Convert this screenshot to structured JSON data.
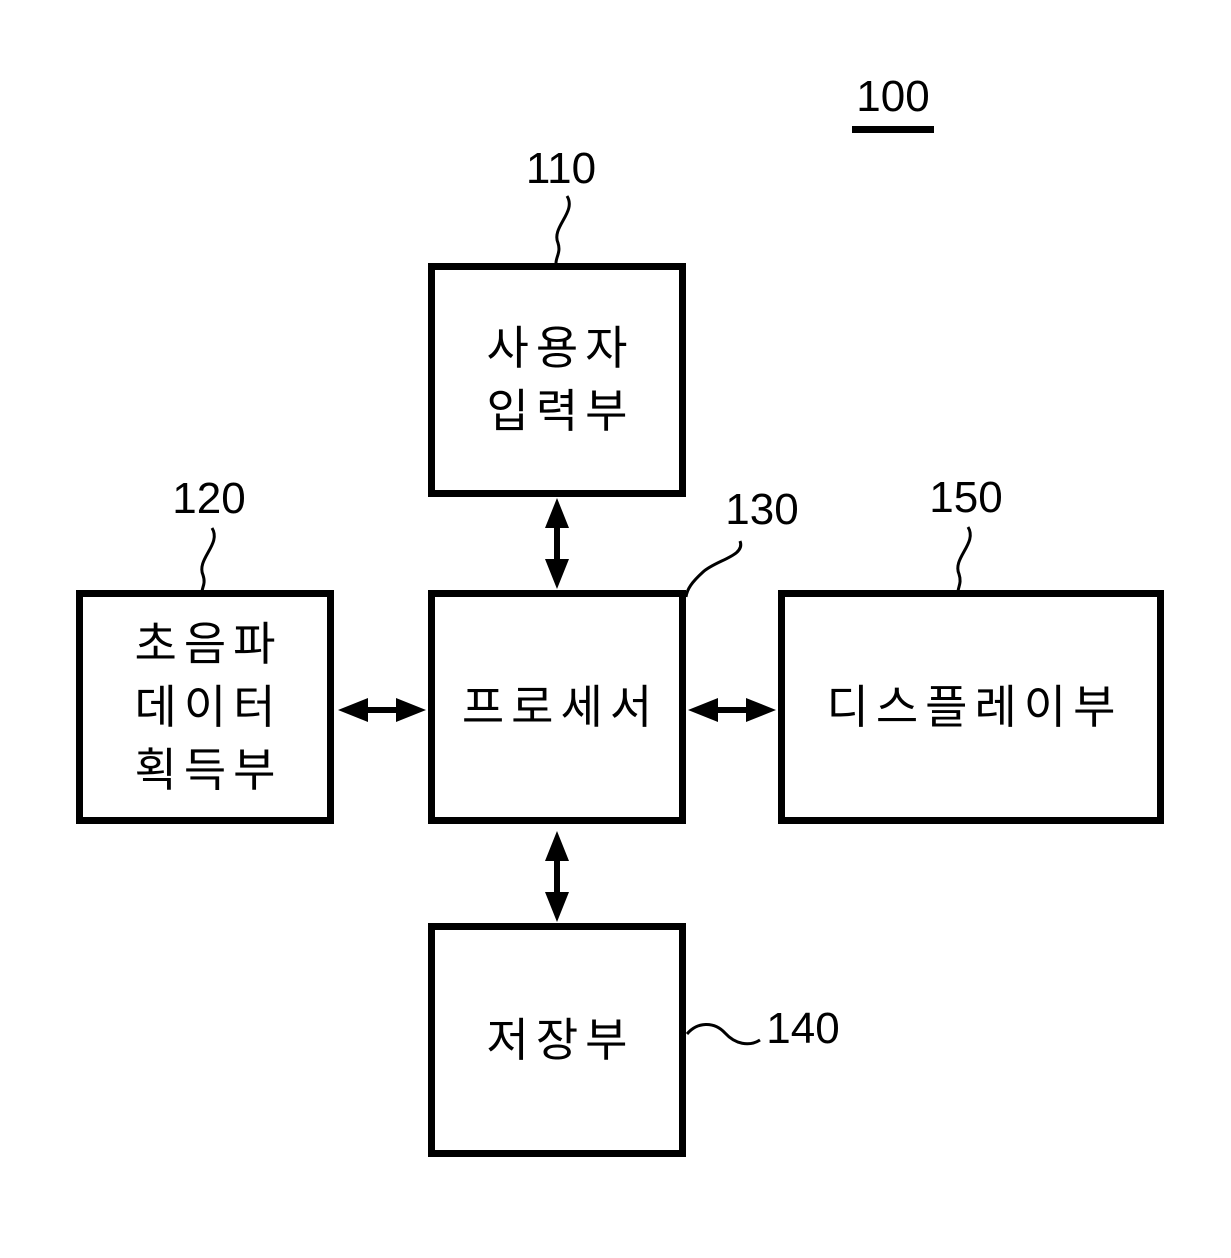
{
  "figure": {
    "number": "100"
  },
  "blocks": {
    "user_input": {
      "ref": "110",
      "lines": [
        "사용자",
        "입력부"
      ]
    },
    "ultrasound": {
      "ref": "120",
      "lines": [
        "초음파",
        "데이터",
        "획득부"
      ]
    },
    "processor": {
      "ref": "130",
      "lines": [
        "프로세서"
      ]
    },
    "storage": {
      "ref": "140",
      "lines": [
        "저장부"
      ]
    },
    "display": {
      "ref": "150",
      "lines": [
        "디스플레이부"
      ]
    }
  },
  "colors": {
    "line": "#000000",
    "background": "#ffffff"
  }
}
